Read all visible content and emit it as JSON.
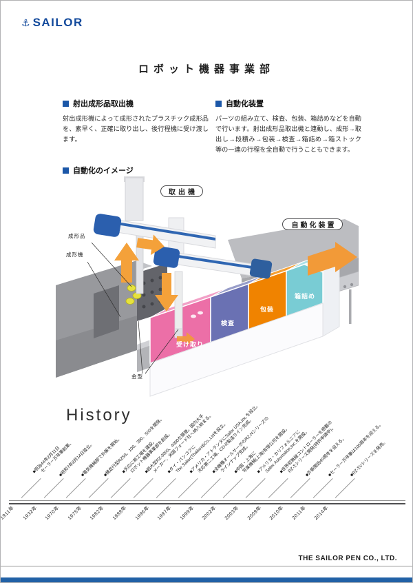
{
  "brand": {
    "name": "SAILOR",
    "anchor": "⚓",
    "color": "#134a9c"
  },
  "title": "ロボット機器事業部",
  "intro": {
    "left": {
      "heading": "射出成形品取出機",
      "body": "射出成形機によって成形されたプラスチック成形品を、素早く、正確に取り出し、後行程機に受け渡します。"
    },
    "right": {
      "heading": "自動化装置",
      "body": "パーツの組み立て、検査、包装、箱詰めなどを自動で行います。射出成形品取出機と連動し、成形→取出し→段積み→包装→検査→箱詰め→箱ストック　等の一連の行程を全自動で行うこともできます。"
    }
  },
  "diagram": {
    "heading": "自動化のイメージ",
    "callout_machine": "取出機",
    "callout_automation": "自動化装置",
    "label_molded_product": "成形品",
    "label_molding_machine": "成形機",
    "label_mold": "金型",
    "arrow_color": "#f4a13a",
    "stations": [
      {
        "label": "受け取り",
        "front": "#ec6fa7",
        "top": "#f2a0c7"
      },
      {
        "label": "検査",
        "front": "#6a71b3",
        "top": "#989dc9"
      },
      {
        "label": "包装",
        "front": "#f08300",
        "top": "#f5a033"
      },
      {
        "label": "箱詰め",
        "front": "#79ccd4",
        "top": "#abe0e6"
      }
    ]
  },
  "history": {
    "heading": "History",
    "marker": "■",
    "events": [
      {
        "year": "1911年",
        "lines": [
          "明治44年2月11日",
          "セーラー万年筆創業。"
        ]
      },
      {
        "year": "1932年",
        "lines": [
          "昭和7年8月14日設立。"
        ]
      },
      {
        "year": "1970年",
        "lines": [
          "電気機械部で外販を開始。"
        ]
      },
      {
        "year": "1975年",
        "lines": [
          "横走行型RZ50、100、300、500を開発。"
        ]
      },
      {
        "year": "1982年",
        "lines": [
          "天応に新工場を建設。",
          "ロボット機器事業部を創設。"
        ]
      },
      {
        "year": "1988年",
        "lines": [
          "超大型RZ-3000、4000を開発。国内大手",
          "メーカー、米国フォード社へ納入始まる。"
        ]
      },
      {
        "year": "1996年",
        "lines": [
          "タイ・バンコクに",
          "The Sailor(Thailand)Co.,Ltdを設立。"
        ]
      },
      {
        "year": "1997年",
        "lines": [
          "アメリカ・アトランタにSailor USA,Inc.を設立。",
          "天応第二工場、CD-R製造ライン完成。"
        ]
      },
      {
        "year": "1999年",
        "lines": [
          "全機種オールサーボのRZ-Nシリーズの",
          "ラインナップ完成。"
        ]
      },
      {
        "year": "2002年",
        "lines": [
          "中国・上海に",
          "写楽機械(上海)有限公司を開設。"
        ]
      },
      {
        "year": "2003年",
        "lines": [
          "アメリカ・カリフォルニアに",
          "Sailor Automation,Inc.を開設。"
        ]
      },
      {
        "year": "2009年",
        "lines": [
          "世界初無線コントローラーを搭載の",
          "RZ-Σシリーズ開発(特許申請中)。"
        ]
      },
      {
        "year": "2010年",
        "lines": [
          "外販開始40周年を迎える。"
        ]
      },
      {
        "year": "2011年",
        "lines": [
          "セーラー万年筆は100周年を迎える。"
        ]
      },
      {
        "year": "2014年",
        "lines": [
          "RZ-ΣVシリーズを発売。"
        ]
      }
    ]
  },
  "footer": {
    "company": "THE SAILOR PEN CO., LTD."
  }
}
